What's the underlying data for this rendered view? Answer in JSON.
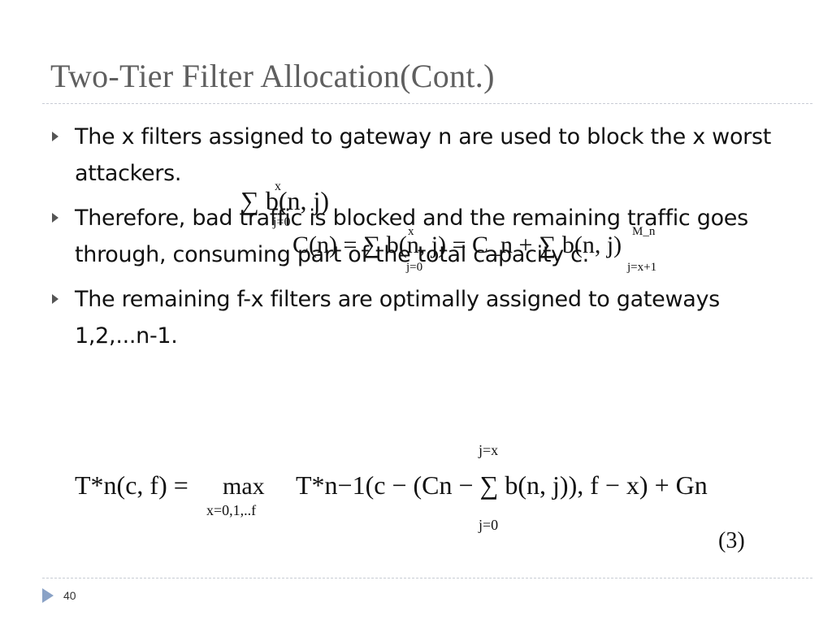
{
  "slide": {
    "title": "Two-Tier Filter Allocation(Cont.)",
    "bullets": [
      {
        "text": "The x filters assigned to gateway n are used to block the x worst attackers."
      },
      {
        "text": "Therefore,              bad traffic is blocked and the remaining traffic goes through, consuming part of the total capacity c."
      },
      {
        "text": "The remaining f-x filters are optimally assigned to gateways 1,2,...n-1."
      }
    ],
    "overlay_equations": {
      "eq1": "∑ b(n, j)",
      "eq1_sub": "j=0",
      "eq1_sup": "x",
      "eq2": "C(n) = ∑ b(n, j) = C_n + ∑ b(n, j)",
      "eq2_sub1": "j=0",
      "eq2_sup1": "x",
      "eq2_sub2": "j=x+1",
      "eq2_sup2": "M_n"
    },
    "formula": {
      "lhs": "T*n(c, f) =",
      "max": "max",
      "max_sub": "x=0,1,..f",
      "rhs": "T*n−1(c − (Cn − ∑ b(n, j)), f − x) + Gn",
      "sum_top": "j=x",
      "sum_bottom": "j=0",
      "label": "(3)"
    },
    "page_number": "40"
  },
  "colors": {
    "title": "#5f5f5f",
    "rule": "#c8ccd4",
    "marker": "#555555",
    "pager_marker": "#8aa2c6"
  }
}
